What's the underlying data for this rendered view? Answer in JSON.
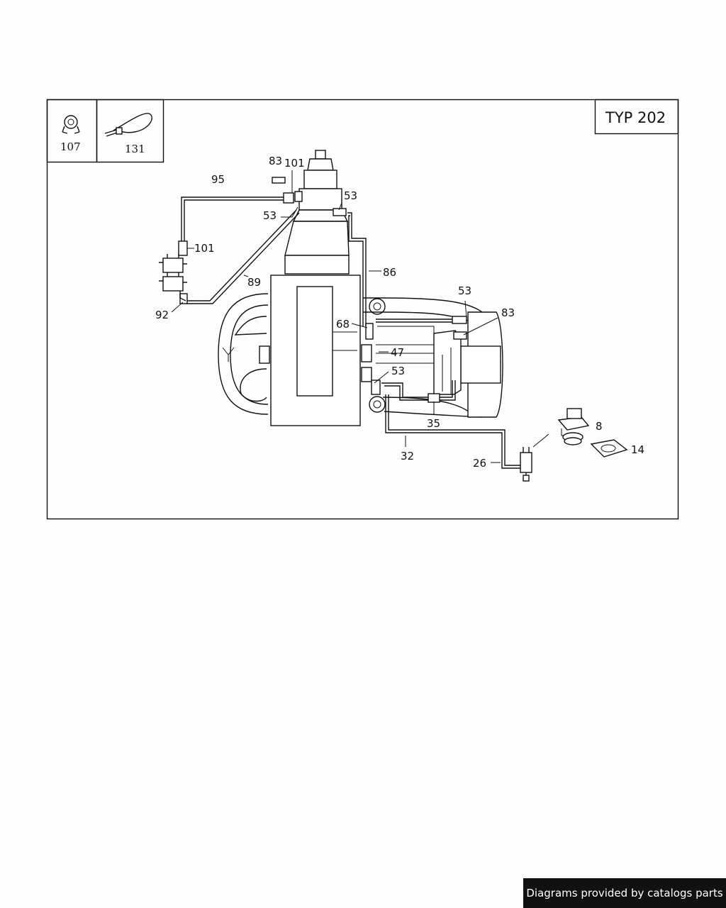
{
  "title": "TYP 202",
  "legend": [
    {
      "num": "107",
      "icon": "hose-clamp-icon"
    },
    {
      "num": "131",
      "icon": "cable-tie-icon"
    }
  ],
  "callouts": {
    "c83a": "83",
    "c101a": "101",
    "c95": "95",
    "c53a": "53",
    "c53b": "53",
    "c101b": "101",
    "c86": "86",
    "c89": "89",
    "c92": "92",
    "c53c": "53",
    "c83b": "83",
    "c68": "68",
    "c47": "47",
    "c53d": "53",
    "c35": "35",
    "c32": "32",
    "c26": "26",
    "c8": "8",
    "c14": "14"
  },
  "footer": "Diagrams provided by catalogs parts"
}
